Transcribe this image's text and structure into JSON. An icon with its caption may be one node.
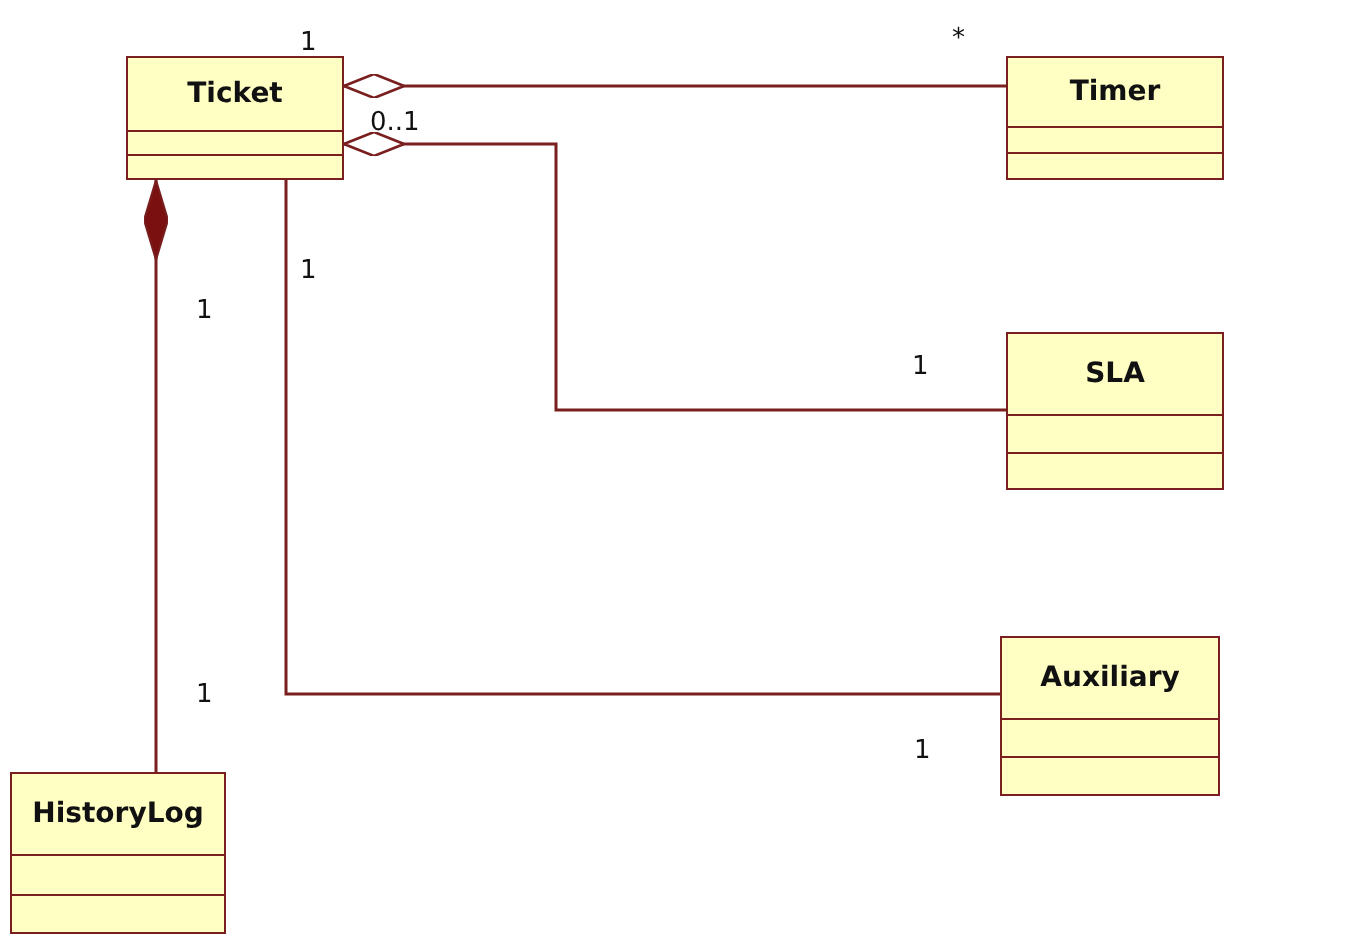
{
  "diagram": {
    "nodes": [
      {
        "text": [
          "Ticket"
        ]
      },
      {
        "text": [
          "Timer"
        ]
      },
      {
        "text": [
          "SLA"
        ]
      },
      {
        "text": [
          "Auxiliary"
        ]
      },
      {
        "text": [
          "HistoryLog"
        ]
      }
    ],
    "edges": [
      {
        "from": 0,
        "to": 1,
        "arrow": "other"
      },
      {
        "from": 0,
        "to": 2,
        "arrow": "other"
      },
      {
        "from": 0,
        "to": 4,
        "arrow": "other"
      },
      {
        "from": 0,
        "to": 3,
        "arrow": "none"
      }
    ],
    "labels": [
      "1",
      "*",
      "0..1",
      "1",
      "1",
      "1",
      "1",
      "1"
    ]
  }
}
